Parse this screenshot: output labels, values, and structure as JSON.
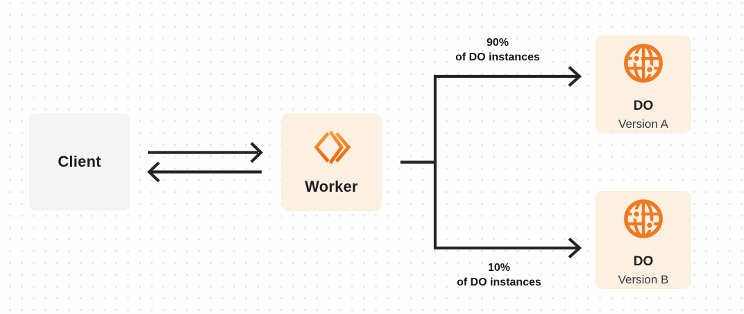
{
  "diagram": {
    "nodes": {
      "client": {
        "label": "Client"
      },
      "worker": {
        "label": "Worker"
      },
      "do_a": {
        "title": "DO",
        "subtitle": "Version A"
      },
      "do_b": {
        "title": "DO",
        "subtitle": "Version B"
      }
    },
    "branches": {
      "top": {
        "percent": "90%",
        "caption": "of DO instances"
      },
      "bottom": {
        "percent": "10%",
        "caption": "of DO instances"
      }
    },
    "icons": {
      "worker_icon": "cloudflare-workers-icon",
      "do_icon": "durable-object-globe-icon"
    },
    "colors": {
      "orange": "#ee7a23",
      "orange_gradient_start": "#f7a43c",
      "orange_gradient_end": "#e8680d",
      "cream_box": "#fcf0e2",
      "gray_box": "#f4f4f5",
      "connector": "#242424",
      "text_primary": "#1d1d1f",
      "text_secondary": "#3a3a3c",
      "dot_grid": "#e7e7e7",
      "background": "#fefefe"
    }
  }
}
